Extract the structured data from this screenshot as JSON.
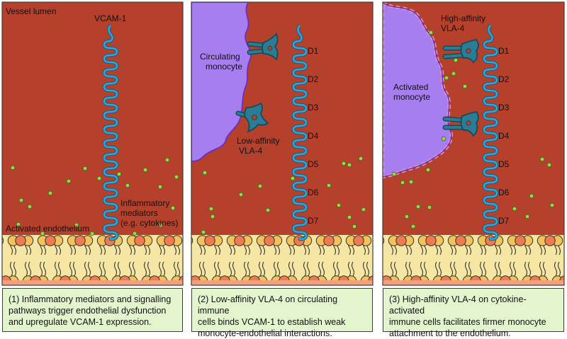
{
  "colors": {
    "lumen": "#b5402c",
    "panel_border": "#3e3e3e",
    "vcam": "#29a9e1",
    "vcam_outline": "#1c5d78",
    "vla4": "#2a7d95",
    "vla4_outline": "#174a58",
    "monocyte": "#a77ef0",
    "monocyte_outline": "#6a2fc4",
    "mediator": "#9ad84a",
    "mediator_outline": "#3c6b1a",
    "lipid_head": "#f3c25a",
    "lipid_head_alt": "#f07b50",
    "lipid_tail": "#f5e7a3",
    "cytosol": "#f5a079",
    "caption_bg": "#e2f5cc"
  },
  "panel1": {
    "label_lumen": "Vessel lumen",
    "label_vcam": "VCAM-1",
    "label_mediators_1": "Inflammatory",
    "label_mediators_2": "mediators",
    "label_mediators_3": "(e.g. cytokines)",
    "label_endothelium": "Activated endothelium",
    "caption": "(1) Inflammatory mediators and signalling\npathways trigger endothelial dysfunction\nand upregulate VCAM-1 expression."
  },
  "panel2": {
    "label_monocyte_1": "Circulating",
    "label_monocyte_2": "monocyte",
    "label_vla4_1": "Low-affinity",
    "label_vla4_2": "VLA-4",
    "domains": [
      "D1",
      "D2",
      "D3",
      "D4",
      "D5",
      "D6",
      "D7"
    ],
    "caption": "(2) Low-affinity VLA-4 on circulating immune\ncells binds VCAM-1 to establish weak\nmonocyte-endothelial interactions."
  },
  "panel3": {
    "label_vla4_1": "High-affinity",
    "label_vla4_2": "VLA-4",
    "label_monocyte_1": "Activated",
    "label_monocyte_2": "monocyte",
    "domains": [
      "D1",
      "D2",
      "D3",
      "D4",
      "D5",
      "D6",
      "D7"
    ],
    "caption": "(3) High-affinity VLA-4 on cytokine-activated\nimmune cells facilitates firmer monocyte\nattachment to the endothelium."
  }
}
